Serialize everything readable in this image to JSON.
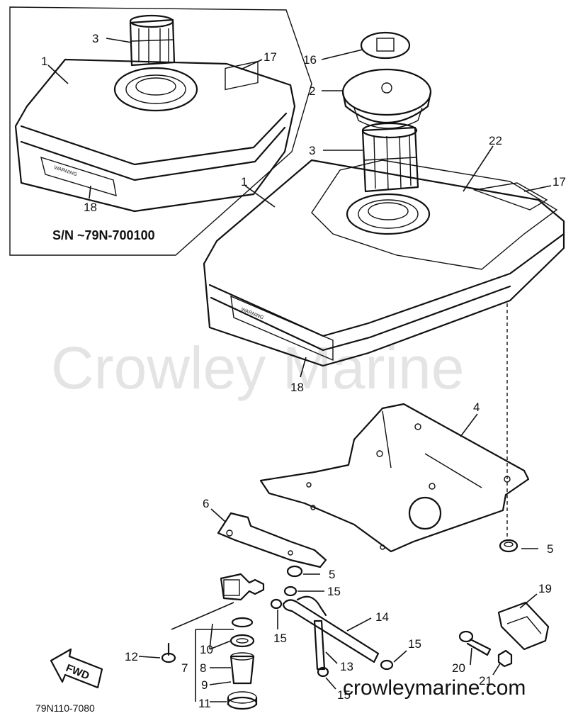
{
  "serial_note": "S/N ~79N-700100",
  "diagram_code": "79N110-7080",
  "fwd_label": "FWD",
  "watermark": "Crowley Marine",
  "website": "crowleymarine.com",
  "warning_text": "WARNING",
  "callouts": {
    "inset_1": "1",
    "inset_3": "3",
    "inset_17": "17",
    "inset_18": "18",
    "main_1": "1",
    "main_2": "2",
    "main_3": "3",
    "main_16": "16",
    "main_17": "17",
    "main_18": "18",
    "main_22": "22",
    "plate_4": "4",
    "bracket_6": "6",
    "nut_5a": "5",
    "nut_5b": "5",
    "clamp_15a": "15",
    "clamp_15b": "15",
    "clamp_15c": "15",
    "clamp_15d": "15",
    "pipe_14": "14",
    "hose_13": "13",
    "cushion_19": "19",
    "bolt_20": "20",
    "nut_21": "21",
    "screw_12": "12",
    "cock_7": "7",
    "gasket_10": "10",
    "packing_8": "8",
    "strainer_9": "9",
    "cup_11": "11"
  }
}
